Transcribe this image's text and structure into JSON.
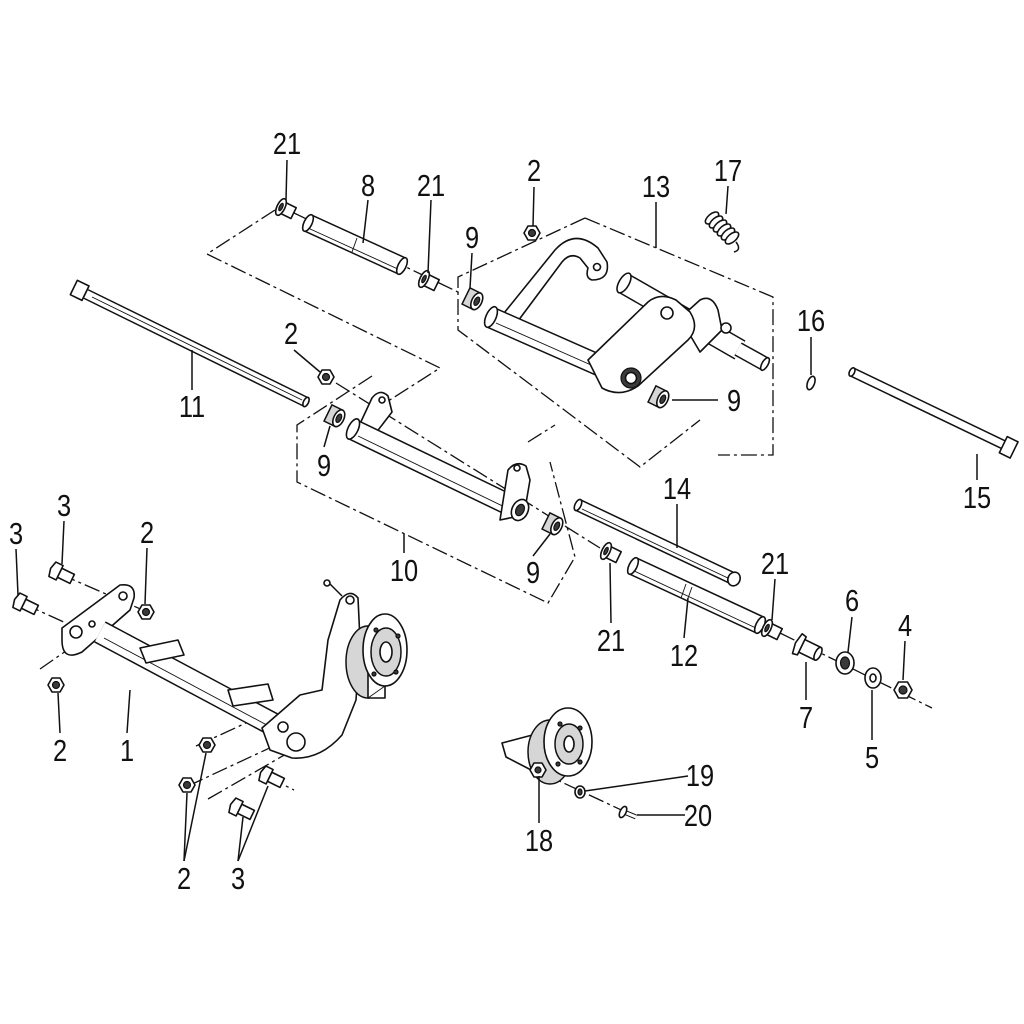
{
  "callouts": [
    "21",
    "8",
    "21",
    "2",
    "13",
    "17",
    "9",
    "16",
    "2",
    "11",
    "9",
    "9",
    "15",
    "3",
    "3",
    "2",
    "14",
    "21",
    "10",
    "9",
    "6",
    "4",
    "21",
    "12",
    "7",
    "2",
    "1",
    "5",
    "19",
    "20",
    "18",
    "2",
    "3"
  ]
}
